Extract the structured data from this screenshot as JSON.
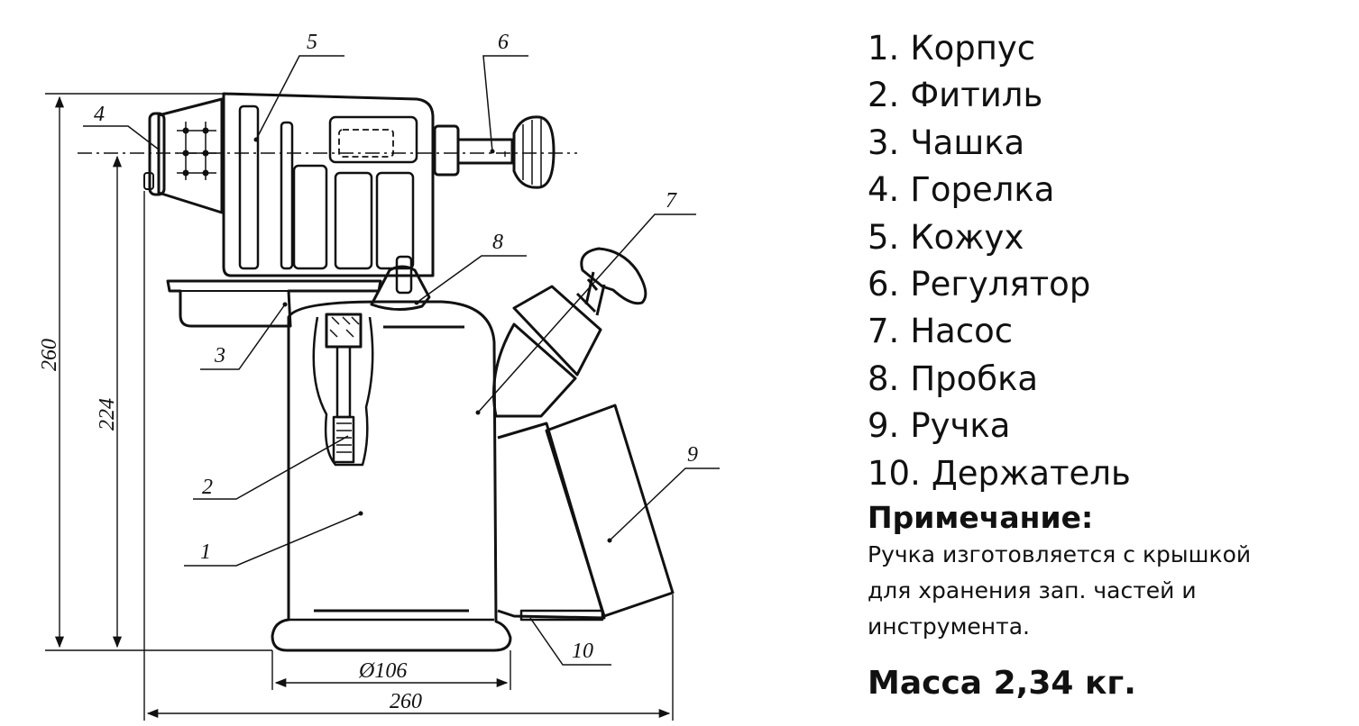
{
  "parts": [
    {
      "num": "1.",
      "name": "Корпус"
    },
    {
      "num": "2.",
      "name": "Фитиль"
    },
    {
      "num": "3.",
      "name": "Чашка"
    },
    {
      "num": "4.",
      "name": "Горелка"
    },
    {
      "num": "5.",
      "name": "Кожух"
    },
    {
      "num": "6.",
      "name": "Регулятор"
    },
    {
      "num": "7.",
      "name": "Насос"
    },
    {
      "num": "8.",
      "name": "Пробка"
    },
    {
      "num": "9.",
      "name": "Ручка"
    },
    {
      "num": "10.",
      "name": "Держатель"
    }
  ],
  "note": {
    "title": "Примечание:",
    "lines": [
      "Ручка изготовляется с крышкой",
      "для хранения зап. частей и",
      "инструмента."
    ]
  },
  "mass": "Масса 2,34 кг.",
  "callouts": [
    "1",
    "2",
    "3",
    "4",
    "5",
    "6",
    "7",
    "8",
    "9",
    "10"
  ],
  "dimensions": {
    "total_height": "260",
    "burner_height": "224",
    "base_diameter": "Ø106",
    "total_width": "260"
  }
}
